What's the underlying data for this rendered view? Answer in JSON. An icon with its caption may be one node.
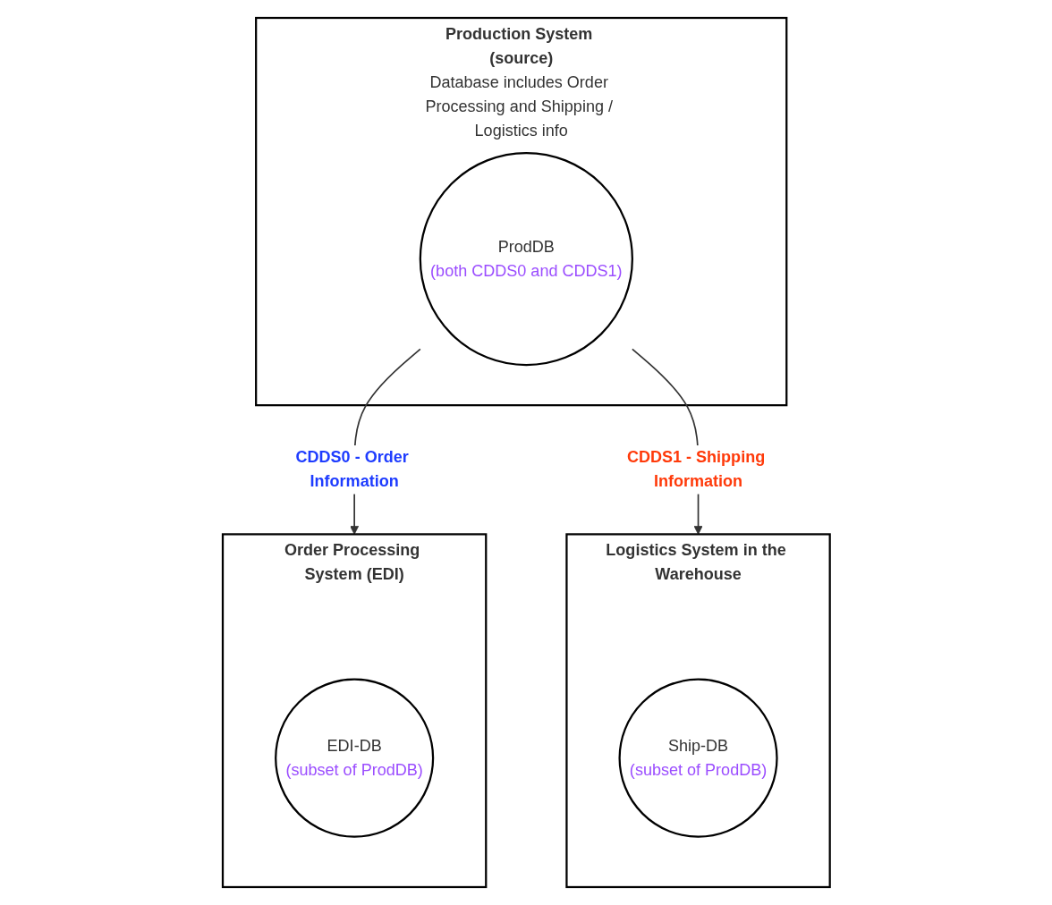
{
  "diagram": {
    "nodes": [
      {
        "text": [
          "Production System (source)",
          "Database includes Order Processing and Shipping / Logistics info"
        ]
      },
      {
        "text": [
          "ProdDB",
          "(both CDDS0 and CDDS1)"
        ],
        "in": 0
      },
      {
        "text": [
          "Order Processing System (EDI)"
        ]
      },
      {
        "text": [
          "EDI-DB",
          "(subset of ProdDB)"
        ],
        "in": 2
      },
      {
        "text": [
          "Logistics System in the Warehouse"
        ]
      },
      {
        "text": [
          "Ship-DB",
          "(subset of ProdDB)"
        ],
        "in": 4
      }
    ],
    "edges": [
      {
        "from": 1,
        "to": 2,
        "arrow": "to",
        "label": "CDDS0 - Order Information"
      },
      {
        "from": 1,
        "to": 4,
        "arrow": "to",
        "label": "CDDS1 - Shipping Information"
      }
    ]
  }
}
